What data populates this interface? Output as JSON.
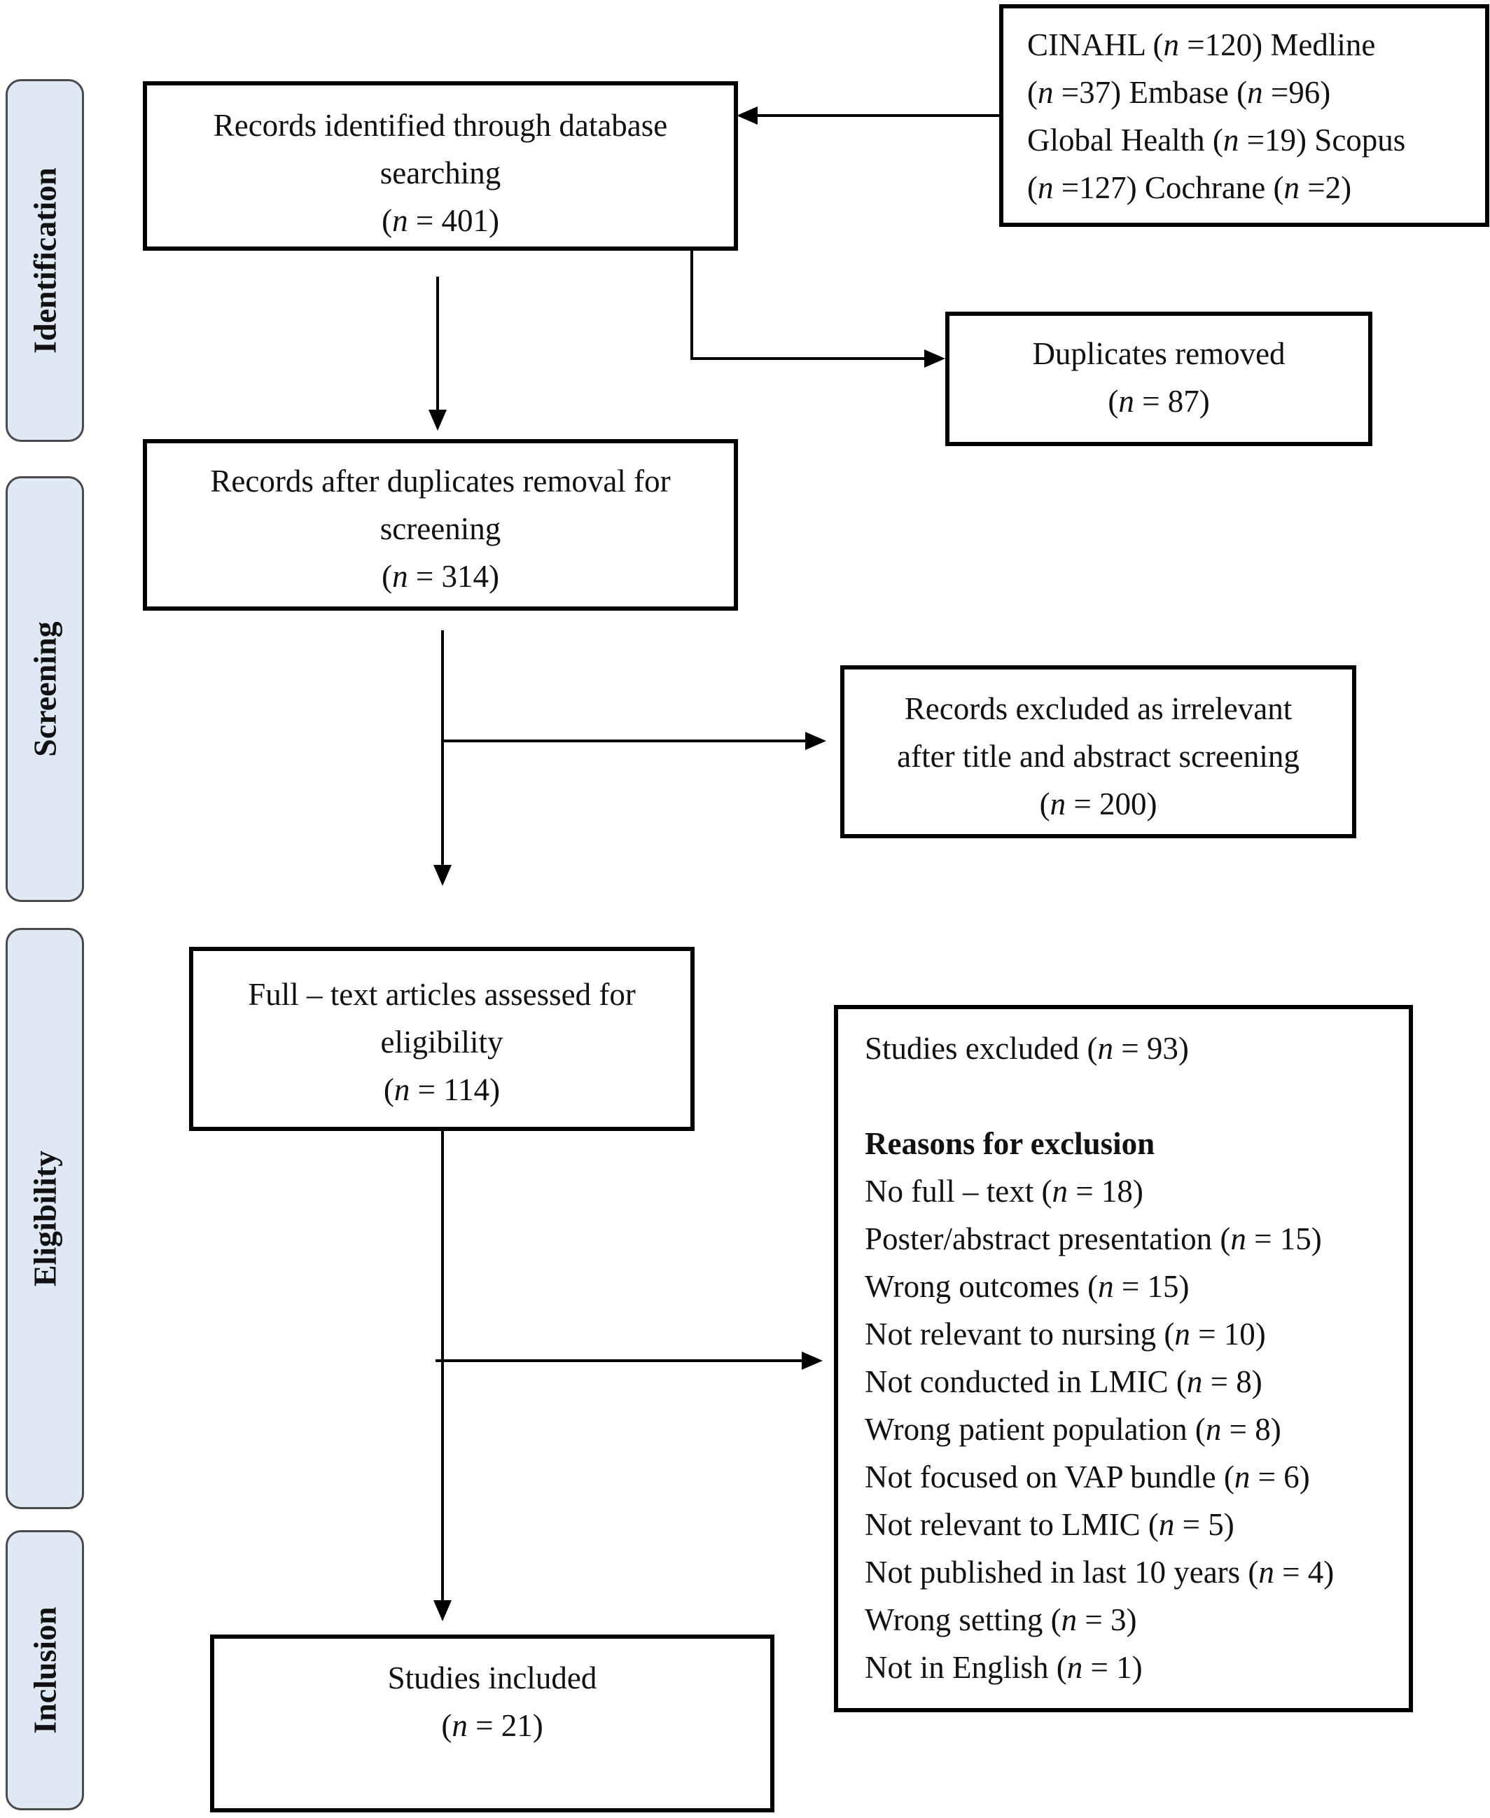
{
  "phases": {
    "identification": "Identification",
    "screening": "Screening",
    "eligibility": "Eligibility",
    "inclusion": "Inclusion"
  },
  "sources": {
    "line1_a": "CINAHL (",
    "line1_n": "n",
    "line1_b": " =120) Medline",
    "line2_a": "(",
    "line2_n": "n",
    "line2_b": " =37) Embase (",
    "line2_n2": "n",
    "line2_c": " =96)",
    "line3_a": "Global Health (",
    "line3_n": "n",
    "line3_b": " =19) Scopus",
    "line4_a": "(",
    "line4_n": "n",
    "line4_b": " =127) Cochrane (",
    "line4_n2": "n",
    "line4_c": " =2)"
  },
  "identified": {
    "line1": "Records identified through database",
    "line2": "searching",
    "count_open": "(",
    "count_n": "n",
    "count_rest": " = 401)"
  },
  "duplicates": {
    "line1": "Duplicates removed",
    "count_open": "(",
    "count_n": "n",
    "count_rest": " = 87)"
  },
  "after_duplicates": {
    "line1": "Records after duplicates removal for",
    "line2": "screening",
    "count_open": "(",
    "count_n": "n",
    "count_rest": " = 314)"
  },
  "excluded_screening": {
    "line1": "Records excluded as irrelevant",
    "line2": "after title and abstract screening",
    "count_open": "(",
    "count_n": "n",
    "count_rest": " = 200)"
  },
  "full_text": {
    "line1": "Full – text articles assessed for",
    "line2": "eligibility",
    "count_open": "(",
    "count_n": "n",
    "count_rest": " = 114)"
  },
  "studies_excluded": {
    "header_a": "Studies excluded (",
    "header_n": "n",
    "header_b": " = 93)",
    "reasons_title": "Reasons for exclusion",
    "reasons": [
      {
        "a": "No full – text (",
        "n": "n",
        "b": " = 18)"
      },
      {
        "a": "Poster/abstract presentation (",
        "n": "n",
        "b": " = 15)"
      },
      {
        "a": "Wrong outcomes (",
        "n": "n",
        "b": " = 15)"
      },
      {
        "a": "Not relevant to nursing (",
        "n": "n",
        "b": " = 10)"
      },
      {
        "a": "Not conducted in LMIC (",
        "n": "n",
        "b": " = 8)"
      },
      {
        "a": "Wrong patient population (",
        "n": "n",
        "b": " = 8)"
      },
      {
        "a": "Not focused on VAP bundle (",
        "n": "n",
        "b": " = 6)"
      },
      {
        "a": "Not relevant to LMIC (",
        "n": "n",
        "b": " = 5)"
      },
      {
        "a": "Not published in last 10 years (",
        "n": "n",
        "b": " = 4)"
      },
      {
        "a": "Wrong setting (",
        "n": "n",
        "b": " = 3)"
      },
      {
        "a": "Not in English (",
        "n": "n",
        "b": " = 1)"
      }
    ]
  },
  "included": {
    "line1": "Studies included",
    "count_open": "(",
    "count_n": "n",
    "count_rest": " = 21)"
  }
}
